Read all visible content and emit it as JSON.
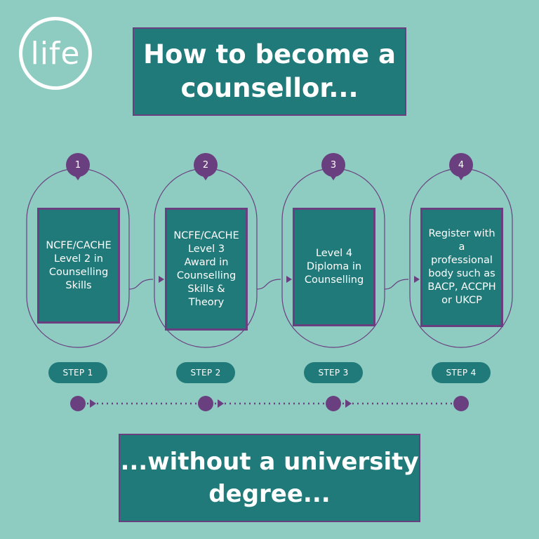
{
  "logo": {
    "text": "life"
  },
  "title": {
    "line1": "How to become a",
    "line2": "counsellor..."
  },
  "steps": [
    {
      "number": "1",
      "label": "STEP 1",
      "text": "NCFE/CACHE Level 2 in Counselling Skills"
    },
    {
      "number": "2",
      "label": "STEP 2",
      "text": "NCFE/CACHE Level 3 Award in Counselling Skills & Theory"
    },
    {
      "number": "3",
      "label": "STEP 3",
      "text": "Level 4 Diploma in Counselling"
    },
    {
      "number": "4",
      "label": "STEP 4",
      "text": "Register with a professional body such as BACP, ACCPH or UKCP"
    }
  ],
  "footer": {
    "line1": "...without a university",
    "line2": "degree..."
  },
  "colors": {
    "background": "#8ecbc1",
    "box": "#217a7a",
    "accent": "#6a3f80",
    "text": "#ffffff"
  }
}
